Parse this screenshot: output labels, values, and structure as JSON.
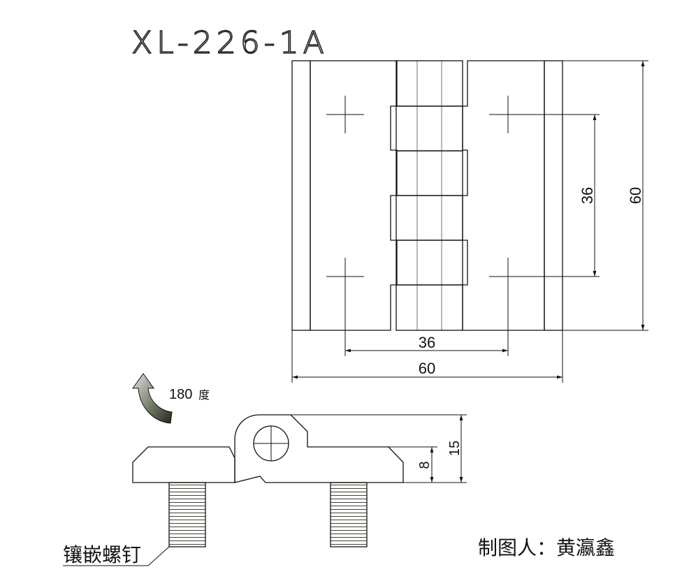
{
  "title": "XL-226-1A",
  "dimensions": {
    "front_hole_spacing_vertical": "36",
    "front_height": "60",
    "front_hole_spacing_horizontal": "36",
    "front_width": "60",
    "side_total_height": "15",
    "side_leaf_thickness": "8"
  },
  "rotation_label": "180",
  "rotation_unit": "度",
  "callout_label": "镶嵌螺钉",
  "author_label": "制图人：黄瀛鑫",
  "colors": {
    "leaf_dark": "#2c3323",
    "leaf_light": "#c4c9b5",
    "metal_light": "#e8ebe0",
    "metal_dark": "#555c48"
  }
}
